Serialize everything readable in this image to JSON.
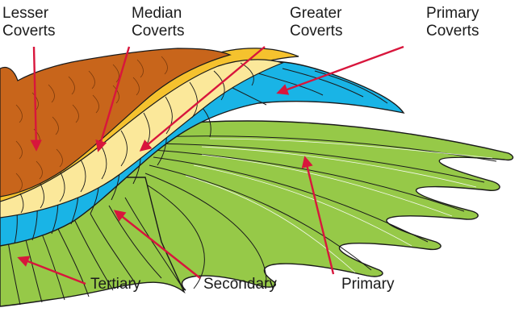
{
  "labels": {
    "lesser": [
      "Lesser",
      "Coverts"
    ],
    "median": [
      "Median",
      "Coverts"
    ],
    "greater": [
      "Greater",
      "Coverts"
    ],
    "primary_coverts": [
      "Primary",
      "Coverts"
    ],
    "tertiary": "Tertiary",
    "secondary": "Secondary",
    "primary": "Primary"
  },
  "colors": {
    "lesser": "#c8651b",
    "median": "#f5c22e",
    "median_light": "#fbe89a",
    "greater": "#19b4e6",
    "flight": "#96c948",
    "outline": "#1a1a1a",
    "arrow": "#d8163c",
    "background": "#ffffff"
  }
}
